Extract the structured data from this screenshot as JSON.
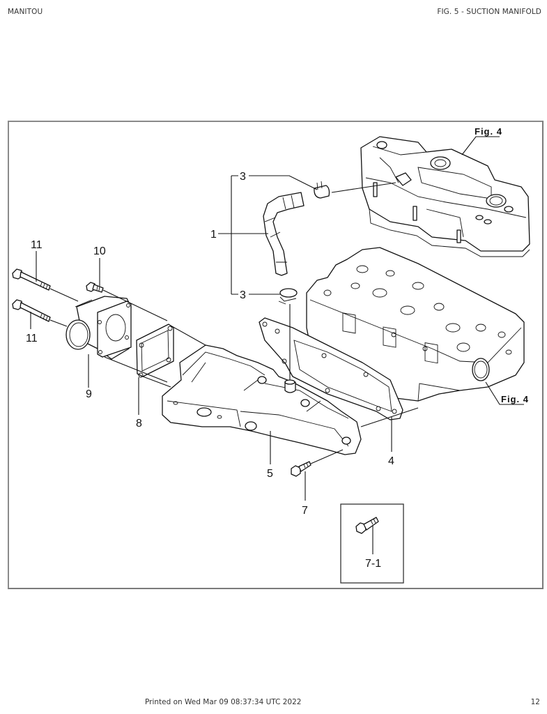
{
  "header": {
    "brand": "MANITOU",
    "figure_title": "FIG. 5 - SUCTION MANIFOLD"
  },
  "footer": {
    "printed_label": "Printed on  Wed Mar 09 08:37:34 UTC 2022",
    "page_number": "12"
  },
  "diagram": {
    "figure_refs": [
      "Fig. 4",
      "Fig. 4"
    ],
    "callouts": [
      {
        "id": "1",
        "label": "1",
        "part": "hose"
      },
      {
        "id": "3a",
        "label": "3",
        "part": "hose-clamp-upper"
      },
      {
        "id": "3b",
        "label": "3",
        "part": "hose-clamp-lower"
      },
      {
        "id": "4",
        "label": "4",
        "part": "manifold-gasket"
      },
      {
        "id": "5",
        "label": "5",
        "part": "suction-manifold"
      },
      {
        "id": "7",
        "label": "7",
        "part": "flange-bolt"
      },
      {
        "id": "7-1",
        "label": "7-1",
        "part": "flange-bolt-variant"
      },
      {
        "id": "8",
        "label": "8",
        "part": "intake-gasket"
      },
      {
        "id": "9",
        "label": "9",
        "part": "intake-elbow"
      },
      {
        "id": "10",
        "label": "10",
        "part": "short-bolt"
      },
      {
        "id": "11a",
        "label": "11",
        "part": "long-bolt-upper"
      },
      {
        "id": "11b",
        "label": "11",
        "part": "long-bolt-lower"
      }
    ]
  }
}
